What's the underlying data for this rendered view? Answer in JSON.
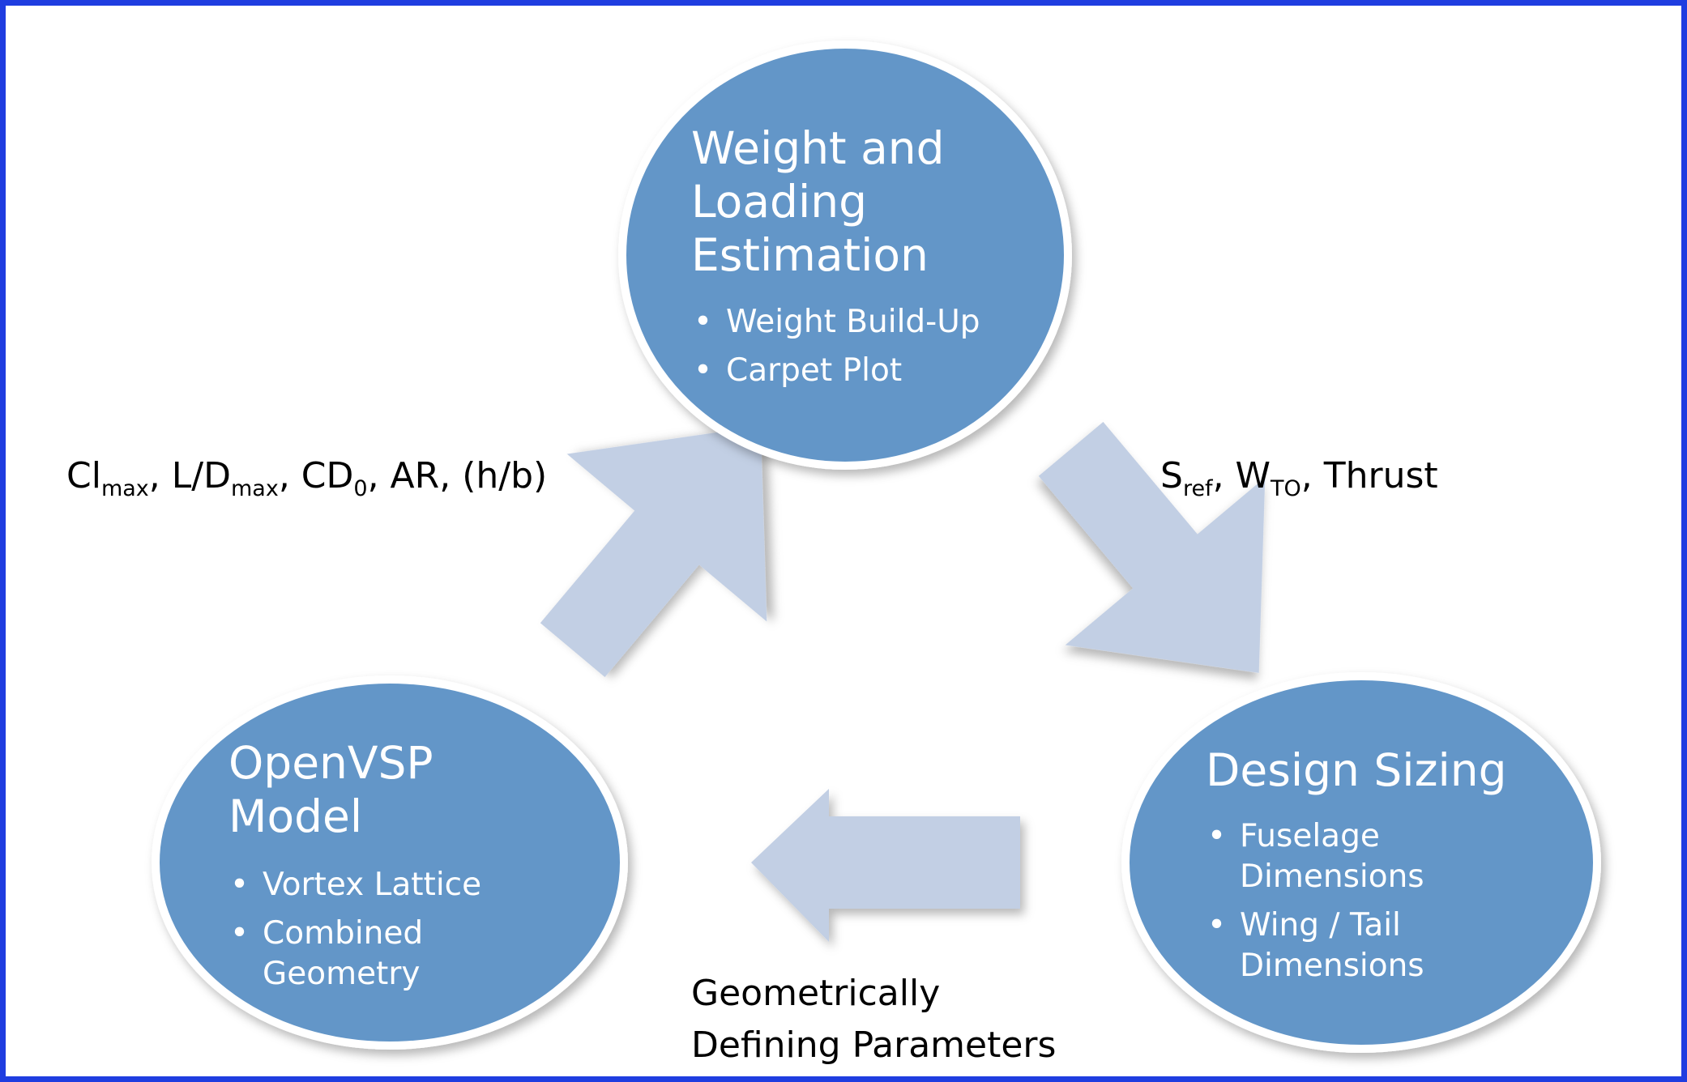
{
  "nodes": {
    "weight": {
      "title_lines": [
        "Weight and",
        "Loading",
        "Estimation"
      ],
      "items": [
        "Weight Build-Up",
        "Carpet Plot"
      ]
    },
    "design": {
      "title_lines": [
        "Design Sizing"
      ],
      "items": [
        [
          "Fuselage",
          "Dimensions"
        ],
        [
          "Wing / Tail",
          "Dimensions"
        ]
      ]
    },
    "openvsp": {
      "title_lines": [
        "OpenVSP",
        "Model"
      ],
      "items": [
        "Vortex Lattice",
        [
          "Combined",
          "Geometry"
        ]
      ]
    }
  },
  "edges": {
    "aero_params": {
      "parts": [
        {
          "t": "Cl"
        },
        {
          "sub": "max"
        },
        {
          "t": ", L/D"
        },
        {
          "sub": "max"
        },
        {
          "t": ", CD"
        },
        {
          "sub": "0"
        },
        {
          "t": ", AR, (h/b)"
        }
      ]
    },
    "sizing_params": {
      "parts": [
        {
          "t": "S"
        },
        {
          "sub": "ref"
        },
        {
          "t": ", W"
        },
        {
          "sub": "TO"
        },
        {
          "t": ", Thrust"
        }
      ]
    },
    "geometry_params": {
      "lines": [
        "Geometrically",
        "Defining Parameters"
      ]
    }
  },
  "colors": {
    "frame": "#1f3de0",
    "node_fill": "#6396c8",
    "node_ring": "#ffffff",
    "arrow_fill": "#c2cfe4"
  }
}
